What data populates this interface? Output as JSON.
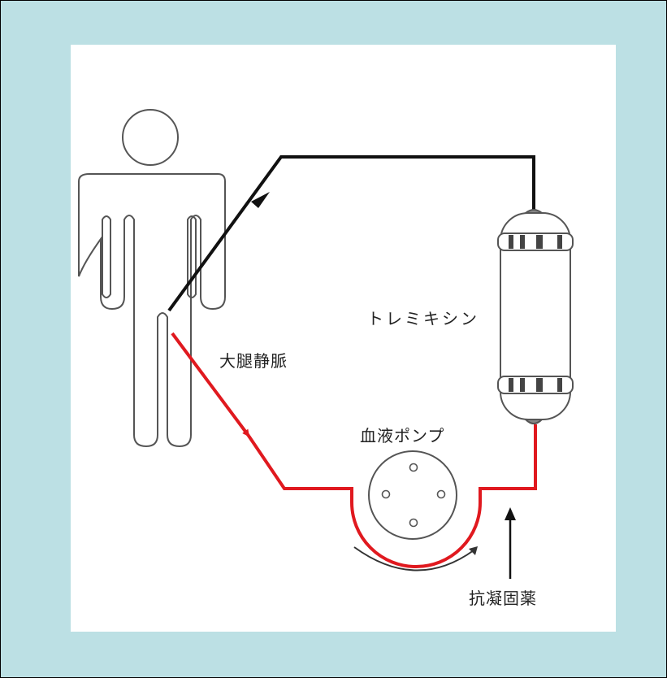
{
  "labels": {
    "vein": "大腿静脈",
    "filter": "トレミキシン",
    "pump": "血液ポンプ",
    "anticoagulant": "抗凝固薬"
  },
  "colors": {
    "background": "#bce0e4",
    "panel": "#ffffff",
    "outline": "#555555",
    "blood_line": "#e0191f",
    "return_line": "#111111"
  },
  "icons": [
    "human-figure-icon",
    "column-filter-icon",
    "roller-pump-icon",
    "flow-arrow-icon"
  ]
}
